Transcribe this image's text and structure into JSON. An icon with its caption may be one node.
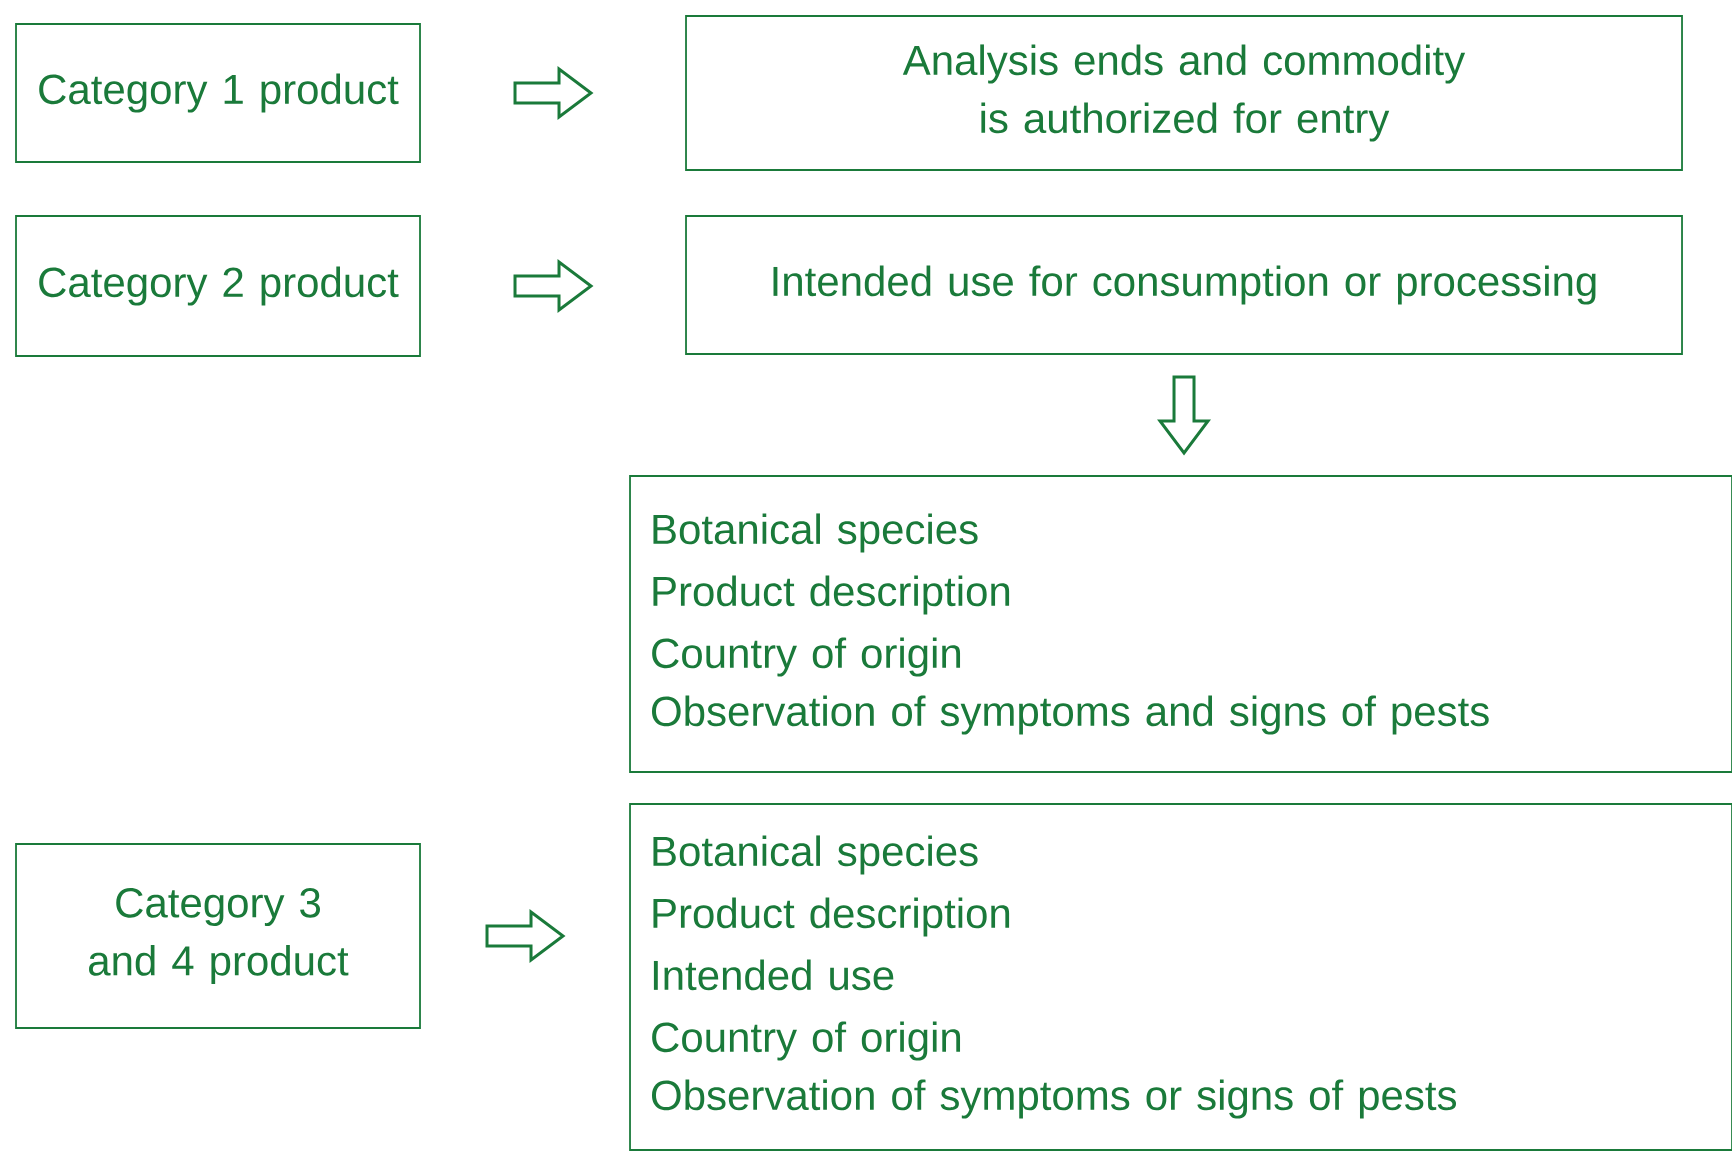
{
  "diagram": {
    "nodes": [
      {
        "text": [
          "Category 1 product"
        ]
      },
      {
        "text": [
          "Analysis ends and commodity is authorized for entry"
        ]
      },
      {
        "text": [
          "Category 2 product"
        ]
      },
      {
        "text": [
          "Intended use for consumption or processing"
        ]
      },
      {
        "text": [
          "Botanical species",
          "Product description",
          "Country of origin",
          "Observation of symptoms and signs of pests"
        ]
      },
      {
        "text": [
          "Category 3 and 4 product"
        ]
      },
      {
        "text": [
          "Botanical species",
          "Product description",
          "Intended use",
          "Country of origin",
          "Observation of symptoms or signs of pests"
        ]
      }
    ],
    "edges": [
      {
        "from": 0,
        "to": 1,
        "arrow": "to"
      },
      {
        "from": 2,
        "to": 3,
        "arrow": "to"
      },
      {
        "from": 3,
        "to": 4,
        "arrow": "to"
      },
      {
        "from": 5,
        "to": 6,
        "arrow": "to"
      }
    ]
  }
}
